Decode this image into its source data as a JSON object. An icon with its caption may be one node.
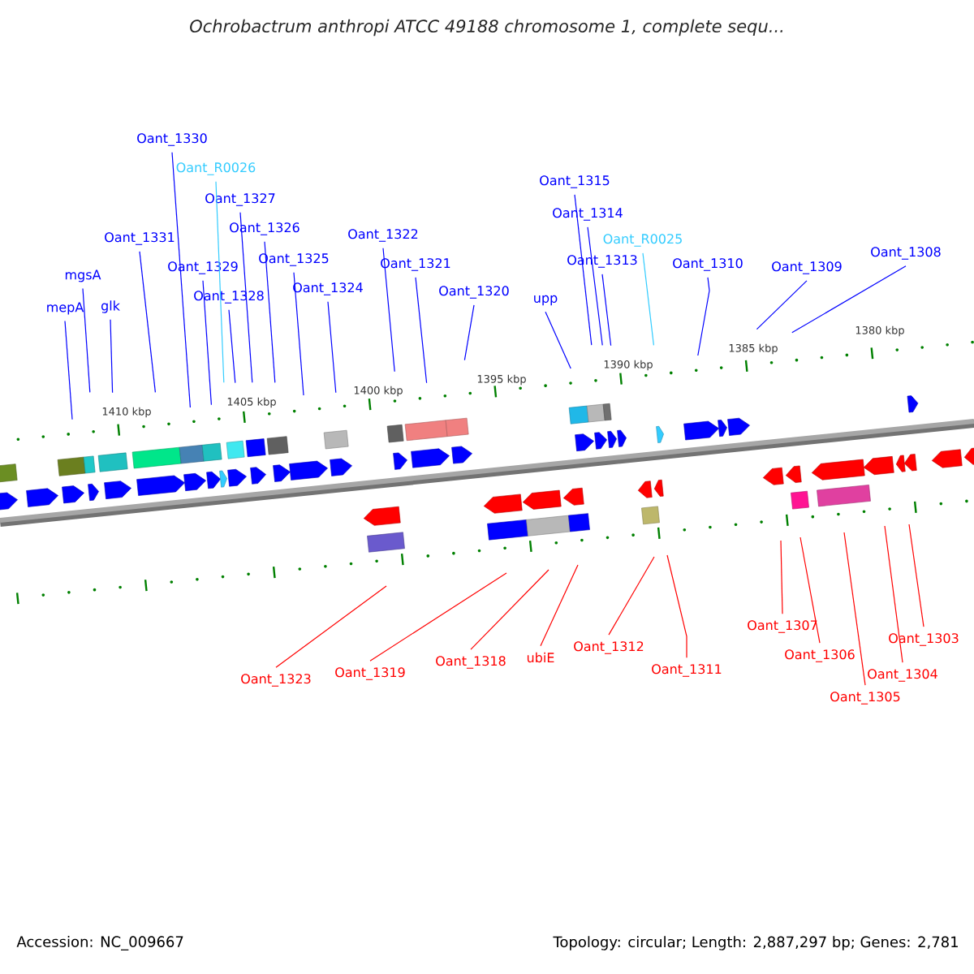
{
  "diagram": {
    "title": "Ochrobactrum anthropi ATCC 49188 chromosome 1, complete sequ...",
    "nodes": [
      {
        "text": [
          "Oant_1330"
        ]
      },
      {
        "text": [
          "Oant_R0026"
        ]
      },
      {
        "text": [
          "Oant_1315"
        ]
      },
      {
        "text": [
          "Oant_1327"
        ]
      },
      {
        "text": [
          "Oant_1314"
        ]
      },
      {
        "text": [
          "Oant_1326"
        ]
      },
      {
        "text": [
          "Oant_1331"
        ]
      },
      {
        "text": [
          "Oant_1322"
        ]
      },
      {
        "text": [
          "Oant_R0025"
        ]
      },
      {
        "text": [
          "Oant_1308"
        ]
      },
      {
        "text": [
          "Oant_1325"
        ]
      },
      {
        "text": [
          "Oant_1329"
        ]
      },
      {
        "text": [
          "Oant_1321"
        ]
      },
      {
        "text": [
          "Oant_1313"
        ]
      },
      {
        "text": [
          "Oant_1310"
        ]
      },
      {
        "text": [
          "Oant_1309"
        ]
      },
      {
        "text": [
          "mgsA"
        ]
      },
      {
        "text": [
          "Oant_1324"
        ]
      },
      {
        "text": [
          "Oant_1320"
        ]
      },
      {
        "text": [
          "Oant_1328"
        ]
      },
      {
        "text": [
          "upp"
        ]
      },
      {
        "text": [
          "mepA"
        ]
      },
      {
        "text": [
          "glk"
        ]
      },
      {
        "text": [
          "Oant_1307"
        ]
      },
      {
        "text": [
          "Oant_1303"
        ]
      },
      {
        "text": [
          "Oant_1312"
        ]
      },
      {
        "text": [
          "Oant_1306"
        ]
      },
      {
        "text": [
          "ubiE"
        ]
      },
      {
        "text": [
          "Oant_1318"
        ]
      },
      {
        "text": [
          "Oant_1311"
        ]
      },
      {
        "text": [
          "Oant_1319"
        ]
      },
      {
        "text": [
          "Oant_1304"
        ]
      },
      {
        "text": [
          "Oant_1323"
        ]
      },
      {
        "text": [
          "Oant_1305"
        ]
      }
    ],
    "edges": [
      {
        "from": 0,
        "to": null,
        "arrow": "none"
      },
      {
        "from": 1,
        "to": null,
        "arrow": "none",
        "color": "#33ccff"
      },
      {
        "from": 2,
        "to": null,
        "arrow": "none"
      },
      {
        "from": 3,
        "to": null,
        "arrow": "none"
      },
      {
        "from": 4,
        "to": null,
        "arrow": "none"
      },
      {
        "from": 5,
        "to": null,
        "arrow": "none"
      },
      {
        "from": 6,
        "to": null,
        "arrow": "none"
      },
      {
        "from": 7,
        "to": null,
        "arrow": "none"
      },
      {
        "from": 8,
        "to": null,
        "arrow": "none",
        "color": "#33ccff"
      },
      {
        "from": 9,
        "to": null,
        "arrow": "none"
      },
      {
        "from": 10,
        "to": null,
        "arrow": "none"
      },
      {
        "from": 11,
        "to": null,
        "arrow": "none"
      },
      {
        "from": 12,
        "to": null,
        "arrow": "none"
      },
      {
        "from": 13,
        "to": null,
        "arrow": "none"
      },
      {
        "from": 14,
        "to": null,
        "arrow": "none"
      },
      {
        "from": 15,
        "to": null,
        "arrow": "none"
      },
      {
        "from": 16,
        "to": null,
        "arrow": "none"
      },
      {
        "from": 17,
        "to": null,
        "arrow": "none"
      },
      {
        "from": 18,
        "to": null,
        "arrow": "none"
      },
      {
        "from": 19,
        "to": null,
        "arrow": "none"
      },
      {
        "from": 20,
        "to": null,
        "arrow": "none"
      },
      {
        "from": 21,
        "to": null,
        "arrow": "none"
      },
      {
        "from": 22,
        "to": null,
        "arrow": "none"
      },
      {
        "from": 23,
        "to": null,
        "arrow": "none",
        "color": "#ff0000"
      },
      {
        "from": 24,
        "to": null,
        "arrow": "none",
        "color": "#ff0000"
      },
      {
        "from": 25,
        "to": null,
        "arrow": "none",
        "color": "#ff0000"
      },
      {
        "from": 26,
        "to": null,
        "arrow": "none",
        "color": "#ff0000"
      },
      {
        "from": 27,
        "to": null,
        "arrow": "none",
        "color": "#ff0000"
      },
      {
        "from": 28,
        "to": null,
        "arrow": "none",
        "color": "#ff0000"
      },
      {
        "from": 29,
        "to": null,
        "arrow": "none",
        "color": "#ff0000"
      },
      {
        "from": 30,
        "to": null,
        "arrow": "none",
        "color": "#ff0000"
      },
      {
        "from": 31,
        "to": null,
        "arrow": "none",
        "color": "#ff0000"
      },
      {
        "from": 32,
        "to": null,
        "arrow": "none",
        "color": "#ff0000"
      },
      {
        "from": 33,
        "to": null,
        "arrow": "none",
        "color": "#ff0000"
      }
    ],
    "labels": [
      "1410 kbp",
      "1405 kbp",
      "1400 kbp",
      "1395 kbp",
      "1390 kbp",
      "1385 kbp",
      "1380 kbp",
      "Accession: NC_009667",
      "Topology: circular; Length: 2,887,297 bp; Genes: 2,781"
    ]
  }
}
